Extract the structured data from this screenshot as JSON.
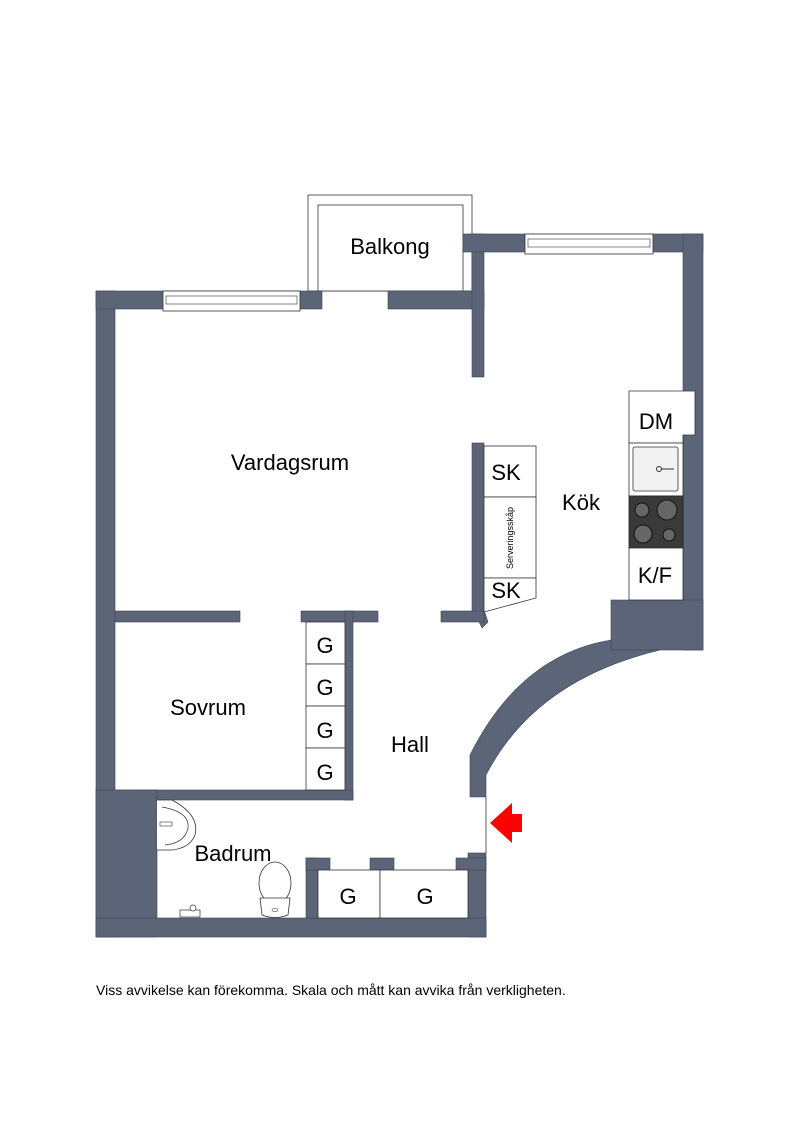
{
  "rooms": {
    "balcony": "Balkong",
    "living_room": "Vardagsrum",
    "kitchen": "Kök",
    "bedroom": "Sovrum",
    "hall": "Hall",
    "bathroom": "Badrum"
  },
  "fixtures": {
    "dishwasher": "DM",
    "fridge_freezer": "K/F",
    "cabinet_top": "SK",
    "cabinet_bottom": "SK",
    "serving_cabinet": "Serveringsskåp",
    "wardrobes_bedroom": [
      "G",
      "G",
      "G",
      "G"
    ],
    "wardrobes_hall": [
      "G",
      "G"
    ]
  },
  "colors": {
    "wall": "#5b6577",
    "entrance_arrow": "#ff0000",
    "stove": "#3a3a3a"
  },
  "footer": "Viss avvikelse kan förekomma. Skala och mått kan avvika från verkligheten."
}
